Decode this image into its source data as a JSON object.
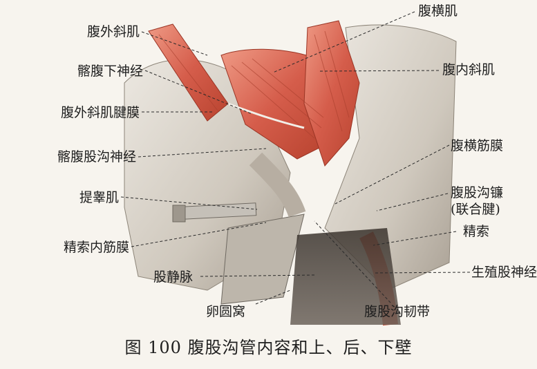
{
  "labels": {
    "l1": "腹外斜肌",
    "l2": "髂腹下神经",
    "l3": "腹外斜肌腱膜",
    "l4": "髂腹股沟神经",
    "l5": "提睾肌",
    "l6": "精索内筋膜",
    "l7": "股静脉",
    "l8": "卵圆窝",
    "r1": "腹横肌",
    "r2": "腹内斜肌",
    "r3": "腹横筋膜",
    "r4a": "腹股沟镰",
    "r4b": "(联合腱)",
    "r5": "精索",
    "r6": "生殖股神经",
    "b1": "腹股沟韧带"
  },
  "caption": "图 100  腹股沟管内容和上、后、下壁",
  "colors": {
    "muscle": "#d9604f",
    "muscle_light": "#ec9a86",
    "fascia": "#d8d2c8",
    "shadow": "#5a524a",
    "text": "#1e1e1e"
  }
}
